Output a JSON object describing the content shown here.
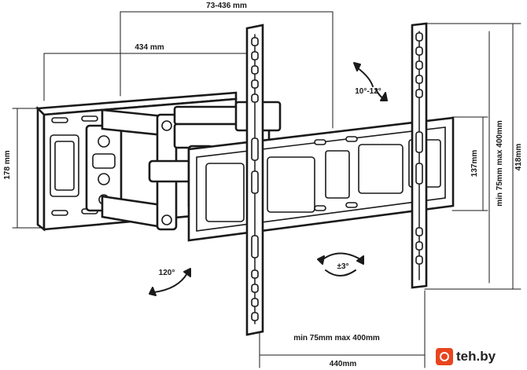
{
  "labels": {
    "span_73_436": "73-436 mm",
    "arm_434": "434 mm",
    "tilt": "10°-12°",
    "height_178": "178 mm",
    "height_137": "137mm",
    "vesa_vertical": "min 75mm max 400mm",
    "height_418": "418mm",
    "swivel_120": "120°",
    "rotate_3": "±3°",
    "vesa_horizontal": "min 75mm max 400mm",
    "width_440": "440mm"
  },
  "watermark": {
    "text": "teh.by",
    "accent": "#e8451e"
  }
}
